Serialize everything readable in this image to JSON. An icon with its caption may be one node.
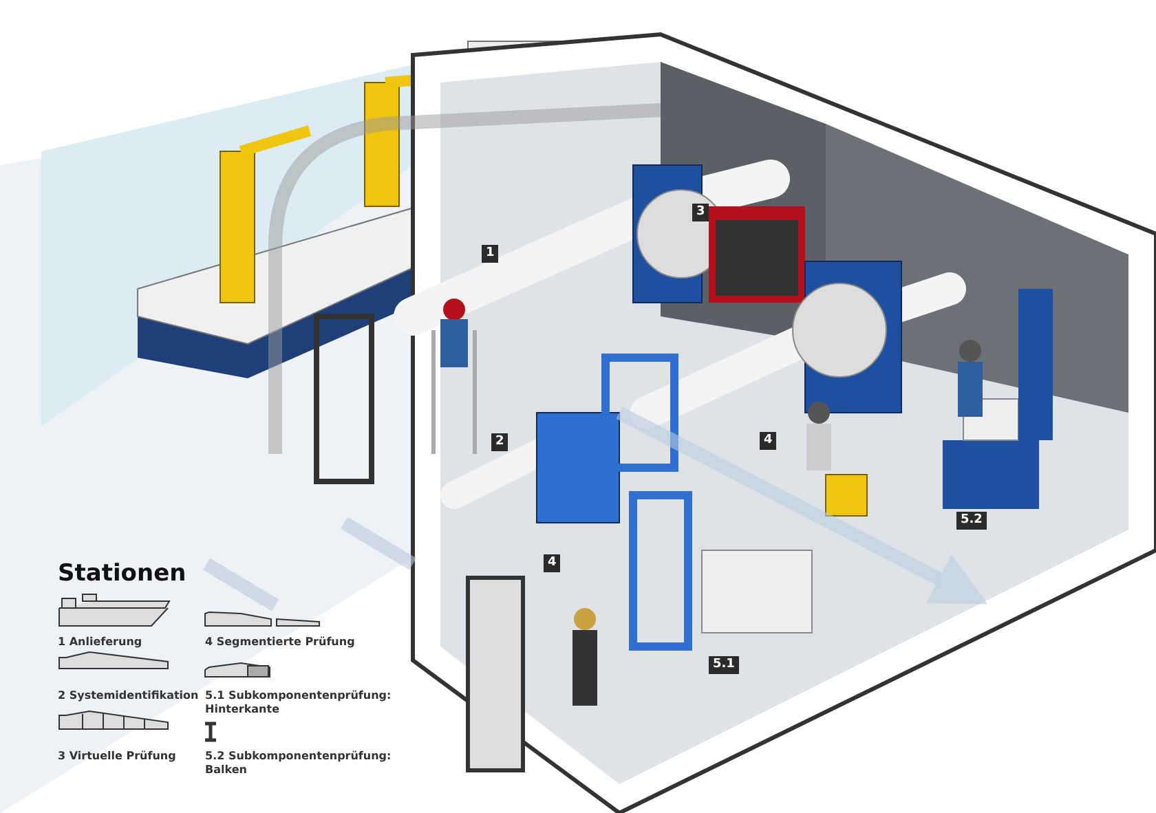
{
  "diagram": {
    "title": "Stationen",
    "labels": [
      "3",
      "1",
      "2",
      "4",
      "5.2",
      "4",
      "5.1"
    ],
    "legend": [
      {
        "text": "1 Anlieferung"
      },
      {
        "text": "2 Systemidentifikation"
      },
      {
        "text": "3 Virtuelle Prüfung"
      },
      {
        "text": "4 Segmentierte Prüfung"
      },
      {
        "text": "5.1 Subkomponentenprüfung: Hinterkante"
      },
      {
        "text": "5.2 Subkomponentenprüfung: Balken"
      }
    ]
  }
}
